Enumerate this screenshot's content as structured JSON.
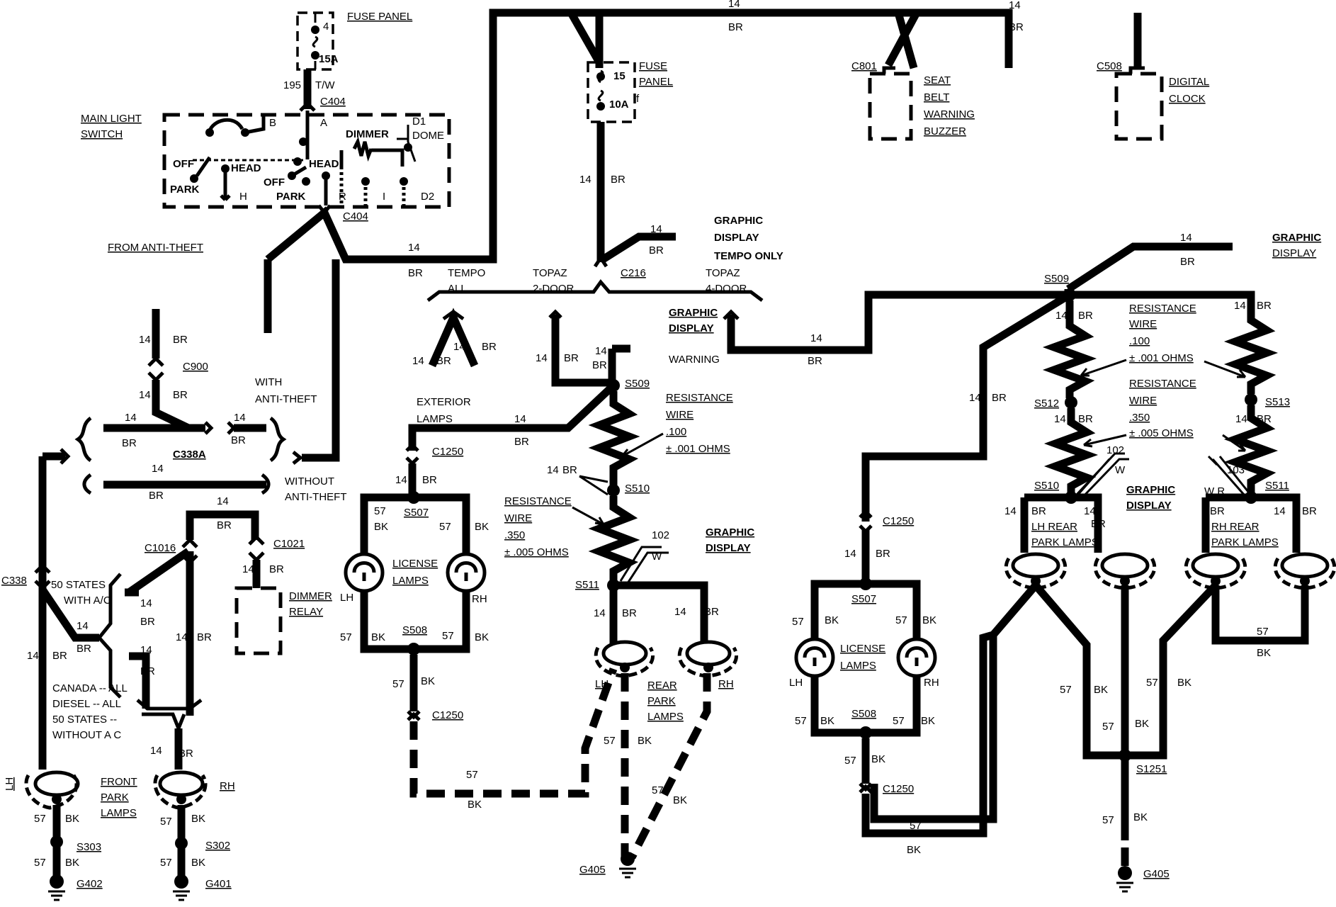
{
  "labels": {
    "fuse_panel_top": "FUSE PANEL",
    "fuse_num_4": "4",
    "fuse_amp_15a": "15A",
    "c404_num": "195",
    "tw": "T/W",
    "c404_top": "C404",
    "main_light_switch": "MAIN LIGHT",
    "switch_word": "SWITCH",
    "sw_b": "B",
    "sw_a": "A",
    "sw_d1": "D1",
    "sw_dome": "DOME",
    "sw_dimmer": "DIMMER",
    "sw_off1": "OFF",
    "sw_head1": "HEAD",
    "sw_head2": "HEAD",
    "sw_park1": "PARK",
    "sw_off2": "OFF",
    "sw_h": "H",
    "sw_park2": "PARK",
    "sw_r": "R",
    "sw_i": "I",
    "sw_d2": "D2",
    "c404_bottom": "C404",
    "from_anti_theft": "FROM ANTI-THEFT",
    "n14": "14",
    "br": "BR",
    "bk": "BK",
    "n57": "57",
    "c900": "C900",
    "with_anti_theft_1": "WITH",
    "with_anti_theft_2": "ANTI-THEFT",
    "c338a": "C338A",
    "without_1": "WITHOUT",
    "without_2": "ANTI-THEFT",
    "c338": "C338",
    "fifty_states_ac_1": "50 STATES",
    "fifty_states_ac_2": "WITH A/C",
    "c1016": "C1016",
    "c1021": "C1021",
    "dimmer_relay_1": "DIMMER",
    "dimmer_relay_2": "RELAY",
    "canada_1": "CANADA -- ALL",
    "canada_2": "DIESEL -- ALL",
    "canada_3": "50 STATES --",
    "canada_4": "WITHOUT A C",
    "lh": "LH",
    "rh": "RH",
    "front_1": "FRONT",
    "front_2": "PARK",
    "front_3": "LAMPS",
    "s303": "S303",
    "s302": "S302",
    "g402": "G402",
    "g401": "G401",
    "fuse_panel_mid_1": "FUSE",
    "fuse_panel_mid_2": "PANEL",
    "fuse_15": "15",
    "fuse_10a": "10A",
    "fuse_f": "f",
    "c801": "C801",
    "c508": "C508",
    "seat_1": "SEAT",
    "seat_2": "BELT",
    "seat_3": "WARNING",
    "seat_4": "BUZZER",
    "clock_1": "DIGITAL",
    "clock_2": "CLOCK",
    "graphic_display_1": "GRAPHIC",
    "graphic_display_2": "DISPLAY",
    "tempo_only": "TEMPO ONLY",
    "c216": "C216",
    "tempo": "TEMPO",
    "all": "ALL",
    "topaz": "TOPAZ",
    "two_door": "2-DOOR",
    "four_door": "4-DOOR",
    "warning": "WARNING",
    "exterior_1": "EXTERIOR",
    "exterior_2": "LAMPS",
    "s509": "S509",
    "s510": "S510",
    "s511": "S511",
    "s512": "S512",
    "s513": "S513",
    "s507": "S507",
    "s508": "S508",
    "c1250": "C1250",
    "license_1": "LICENSE",
    "license_2": "LAMPS",
    "resistance": "RESISTANCE",
    "wire": "WIRE",
    "val_100": ".100",
    "tol_001": "± .001 OHMS",
    "val_350": ".350",
    "tol_005": "± .005 OHMS",
    "n102": "102",
    "n103": "103",
    "w": "W",
    "wr": "W R",
    "rear_1": "REAR",
    "rear_2": "PARK",
    "rear_3": "LAMPS",
    "g405": "G405",
    "lh_rear_1": "LH REAR",
    "rh_rear_1": "RH REAR",
    "park_lamps": "PARK LAMPS",
    "s1251": "S1251"
  }
}
